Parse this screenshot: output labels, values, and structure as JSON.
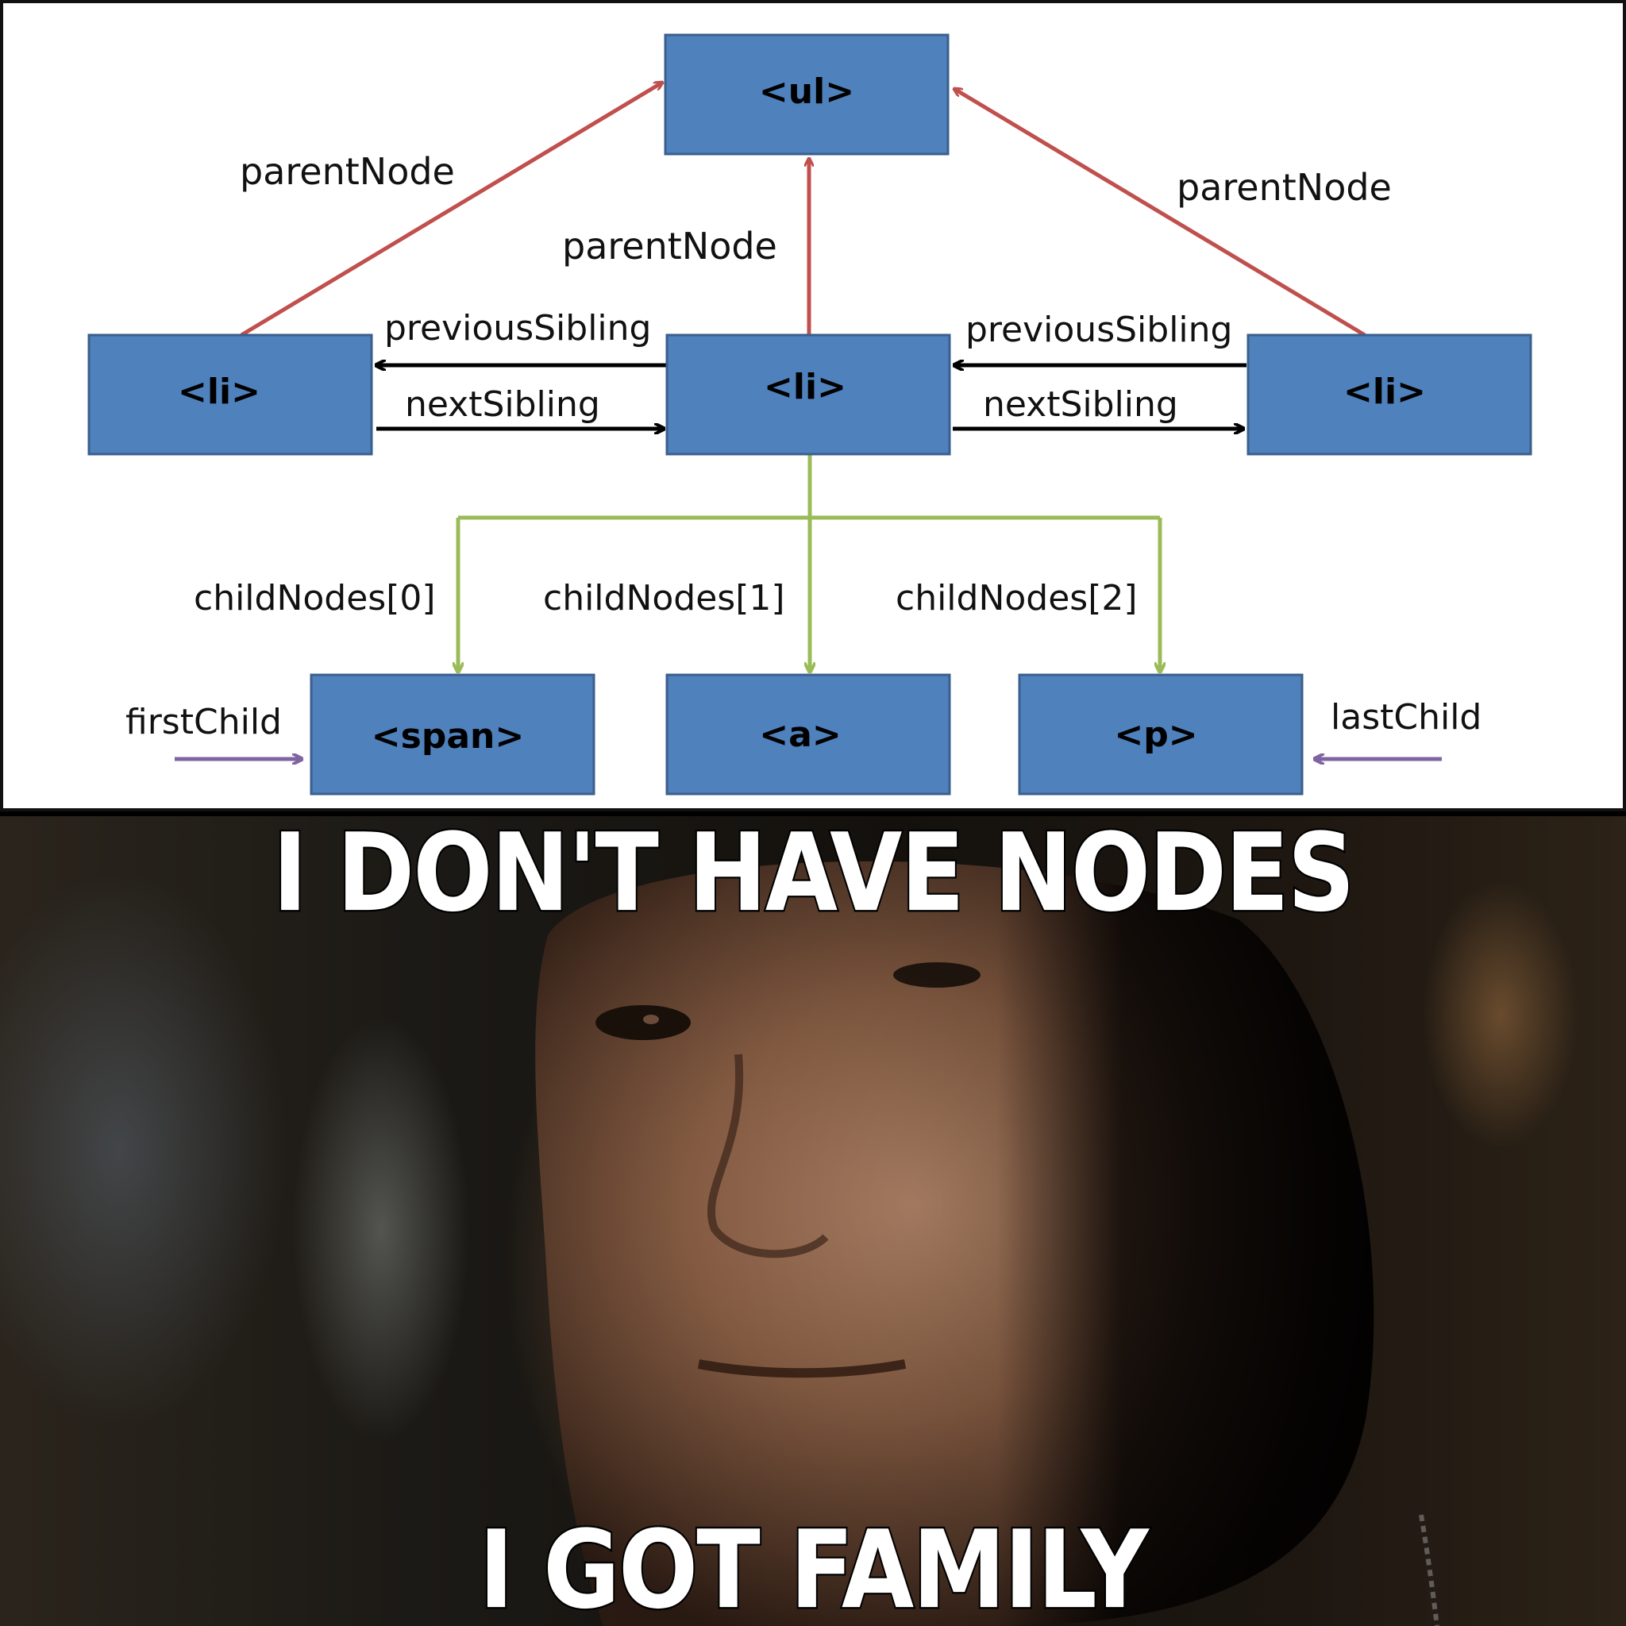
{
  "diagram": {
    "nodes": {
      "ul": "<ul>",
      "li_left": "<li>",
      "li_center": "<li>",
      "li_right": "<li>",
      "span": "<span>",
      "a": "<a>",
      "p": "<p>"
    },
    "labels": {
      "parent_left": "parentNode",
      "parent_center": "parentNode",
      "parent_right": "parentNode",
      "prev_left": "previousSibling",
      "next_left": "nextSibling",
      "prev_right": "previousSibling",
      "next_right": "nextSibling",
      "child0": "childNodes[0]",
      "child1": "childNodes[1]",
      "child2": "childNodes[2]",
      "first_child": "firstChild",
      "last_child": "lastChild"
    },
    "colors": {
      "box_fill": "#4f81bd",
      "parent_arrow": "#c0504d",
      "sibling_arrow": "#000000",
      "child_arrow": "#9bbb59",
      "first_last_arrow": "#8064a2"
    }
  },
  "meme": {
    "top_text": "I DON'T HAVE NODES",
    "bottom_text": "I GOT FAMILY"
  }
}
